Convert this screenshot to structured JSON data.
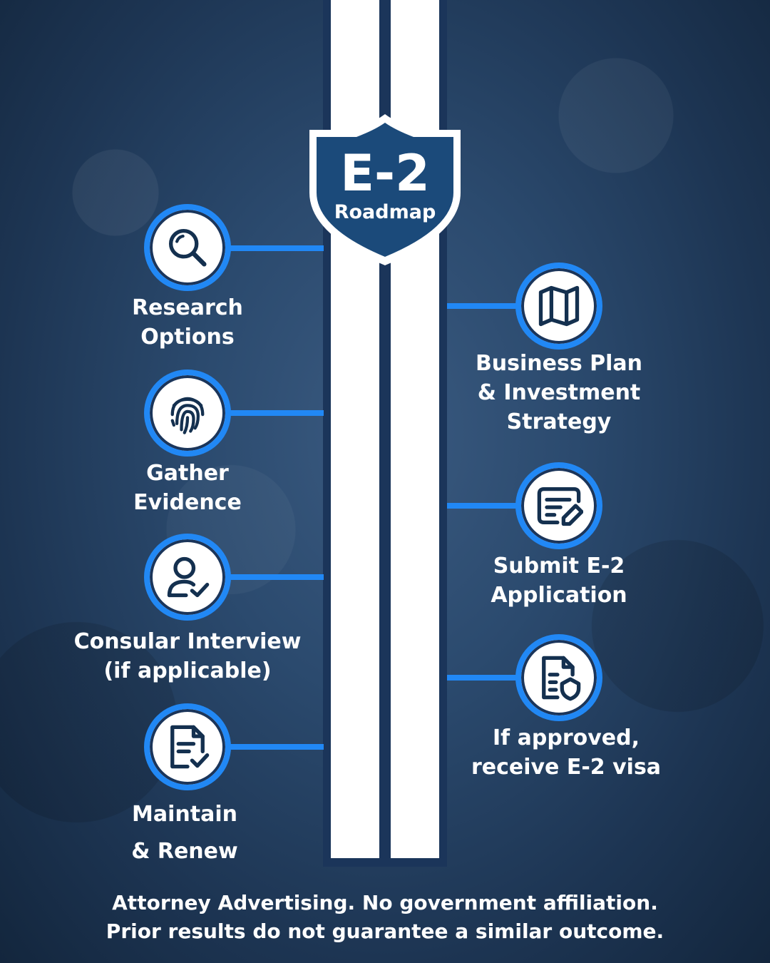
{
  "roadmap": {
    "title": "E-2",
    "subtitle": "Roadmap"
  },
  "colors": {
    "accent": "#2188f5",
    "navy": "#1b355a",
    "road": "#ffffff"
  },
  "steps_left": [
    {
      "label": "Research\nOptions",
      "icon": "magnifier-icon"
    },
    {
      "label": "Gather\nEvidence",
      "icon": "fingerprint-icon"
    },
    {
      "label": "Consular Interview\n(if applicable)",
      "icon": "user-check-icon"
    },
    {
      "label": "Maintain\n& Renew",
      "icon": "document-check-icon"
    }
  ],
  "steps_right": [
    {
      "label": "Business Plan\n& Investment\nStrategy",
      "icon": "map-icon"
    },
    {
      "label": "Submit E-2\nApplication",
      "icon": "form-edit-icon"
    },
    {
      "label": "If approved,\nreceive E-2 visa",
      "icon": "document-shield-icon"
    }
  ],
  "disclaimer": {
    "line1": "Attorney Advertising. No government affiliation.",
    "line2": "Prior results do not guarantee a similar outcome."
  }
}
